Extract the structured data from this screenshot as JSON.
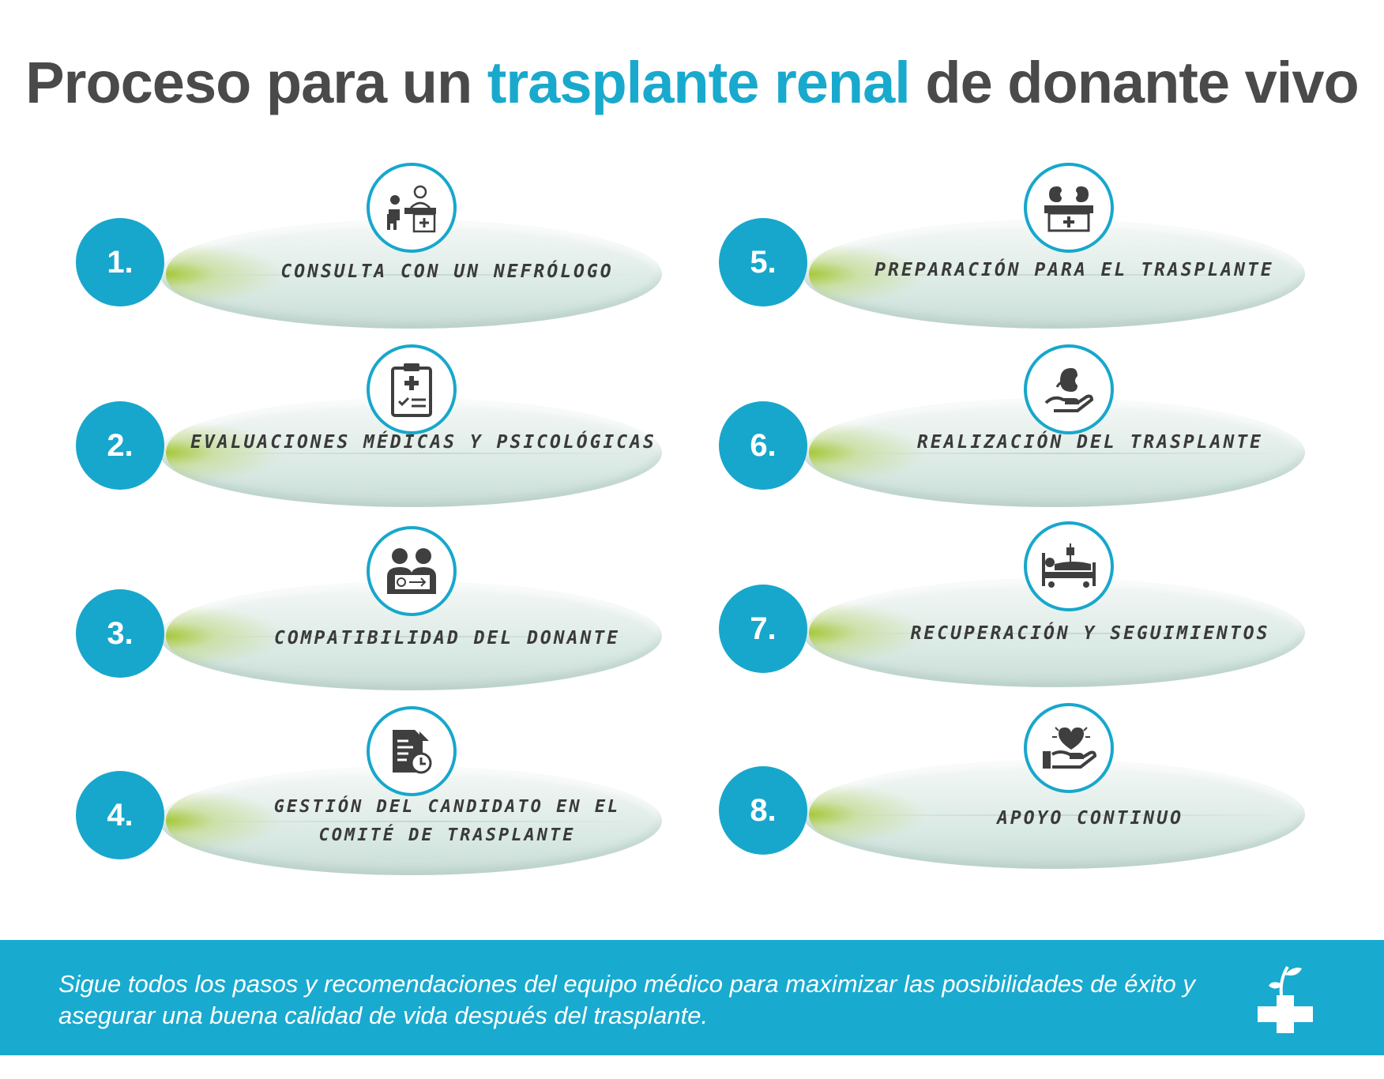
{
  "title": {
    "prefix": "Proceso para un ",
    "accent": "trasplante renal",
    "suffix": " de donante vivo"
  },
  "colors": {
    "accent": "#19a9cd",
    "title_text": "#4a4a4a",
    "label_text": "#3a3a3a"
  },
  "steps": [
    {
      "number": "1.",
      "label": "CONSULTA CON UN NEFRÓLOGO",
      "icon": "doctor-consultation-icon"
    },
    {
      "number": "2.",
      "label": "EVALUACIONES MÉDICAS Y PSICOLÓGICAS",
      "icon": "medical-clipboard-icon"
    },
    {
      "number": "3.",
      "label": "COMPATIBILIDAD DEL DONANTE",
      "icon": "donor-compatibility-icon"
    },
    {
      "number": "4.",
      "label_line1": "GESTIÓN DEL CANDIDATO EN EL",
      "label_line2": "COMITÉ DE TRASPLANTE",
      "icon": "document-clock-icon"
    },
    {
      "number": "5.",
      "label": "PREPARACIÓN PARA EL TRASPLANTE",
      "icon": "kidney-medical-kit-icon"
    },
    {
      "number": "6.",
      "label": "REALIZACIÓN DEL TRASPLANTE",
      "icon": "kidney-hand-icon"
    },
    {
      "number": "7.",
      "label": "RECUPERACIÓN Y SEGUIMIENTOS",
      "icon": "hospital-bed-icon"
    },
    {
      "number": "8.",
      "label": "APOYO CONTINUO",
      "icon": "heart-hand-icon"
    }
  ],
  "footer": {
    "text": "Sigue todos los pasos y recomendaciones del equipo médico para maximizar las posibilidades de éxito y asegurar una buena calidad de vida después del trasplante.",
    "logo": "medical-cross-sprout-logo"
  }
}
